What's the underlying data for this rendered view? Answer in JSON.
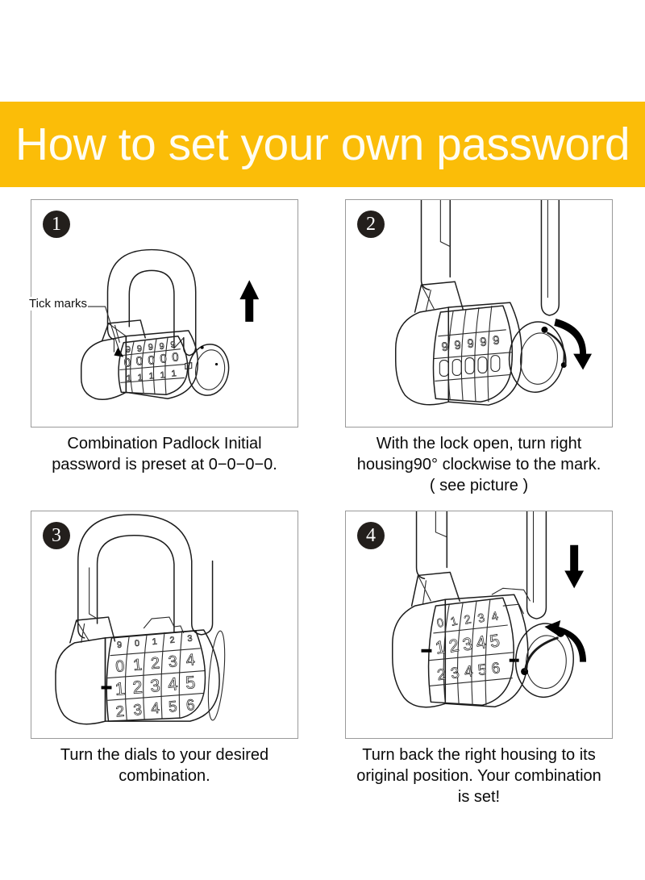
{
  "banner": {
    "title": "How to set your own password",
    "background_color": "#fbbd08",
    "text_color": "#fffdf2"
  },
  "annotations": {
    "tick_marks_label": "Tick marks"
  },
  "steps": [
    {
      "number": "❶",
      "badge": "1",
      "caption": "Combination Padlock Initial\npassword is preset at 0−0−0−0.",
      "dial_rows": [
        "9 9 9 9 9",
        "0 0 0 0 0",
        "1 1 1 1 1"
      ],
      "arrow": "up-arrow"
    },
    {
      "number": "❷",
      "badge": "2",
      "caption": "With the lock open, turn right\nhousing90°   clockwise to the mark.\n( see picture )",
      "dial_rows": [
        "9 9 9 9 9"
      ],
      "arrow": "clockwise-curved-arrow"
    },
    {
      "number": "❸",
      "badge": "3",
      "caption": "Turn the dials to your desired\ncombination.",
      "dial_rows": [
        "9 0 1 2 3",
        "0 1 2 3 4",
        "1 2 3 4 5",
        "2 3 4 5 6"
      ],
      "arrow": "none"
    },
    {
      "number": "❹",
      "badge": "4",
      "caption": "Turn back the right housing to its\noriginal position. Your combination\nis set!",
      "dial_rows": [
        "0 1 2 3 4",
        "1 2 3 4 5",
        "2 3 4 5 6"
      ],
      "arrow": "down-arrow, counter-clockwise-curved-arrow"
    }
  ]
}
